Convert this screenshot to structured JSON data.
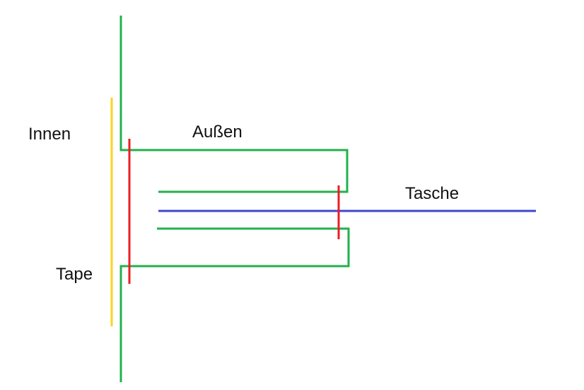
{
  "labels": {
    "innen": "Innen",
    "aussen": "Außen",
    "tasche": "Tasche",
    "tape": "Tape"
  },
  "colors": {
    "green": "#22b14c",
    "red": "#ed1c24",
    "blue": "#3f48cc",
    "yellow": "#ffd21f",
    "background": "#ffffff"
  }
}
